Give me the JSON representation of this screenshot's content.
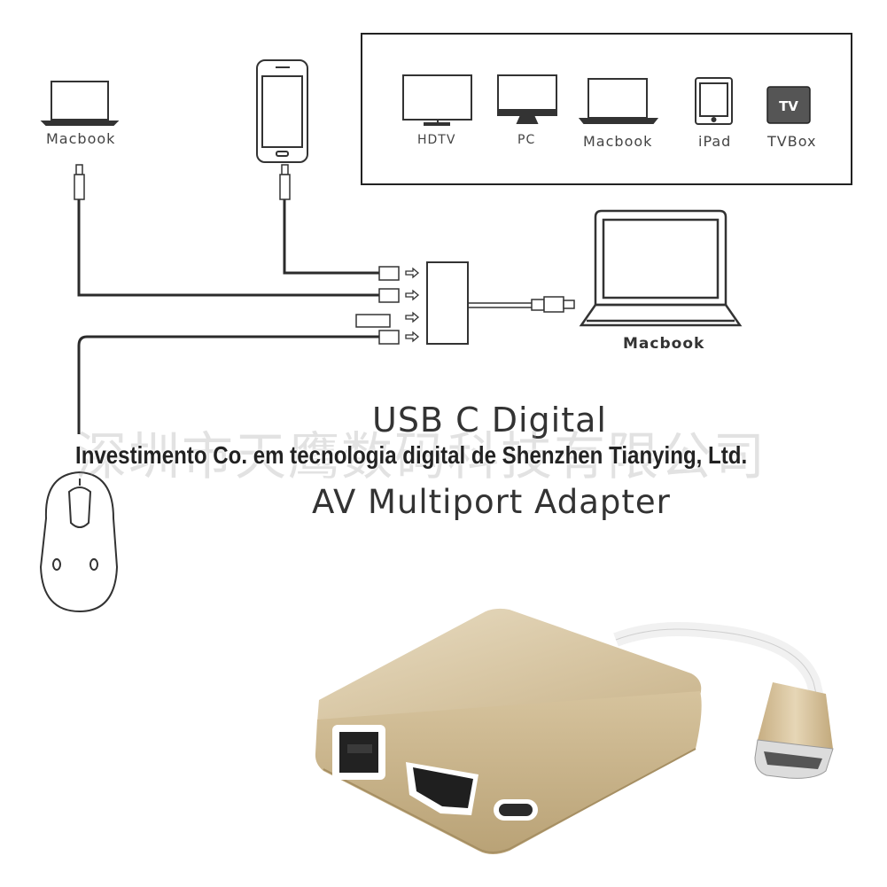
{
  "devices_box": {
    "items": [
      {
        "label": "HDTV",
        "icon": "tv-icon"
      },
      {
        "label": "PC",
        "icon": "monitor-icon"
      },
      {
        "label": "Macbook",
        "icon": "laptop-icon"
      },
      {
        "label": "iPad",
        "icon": "tablet-icon"
      },
      {
        "label": "TVBox",
        "icon": "tvbox-icon",
        "badge": "TV"
      }
    ]
  },
  "left_laptop_label": "Macbook",
  "right_laptop_label": "Macbook",
  "title_partial": "USB C Digital",
  "title_line2": "AV Multiport Adapter",
  "watermark_cn": "深圳市天鹰数码科技有限公司",
  "overlay_banner": "Investimento Co. em tecnologia digital de Shenzhen Tianying, Ltd.",
  "colors": {
    "adapter_gold": "#d8c7a4",
    "line": "#2b2b2b",
    "text": "#444444"
  }
}
